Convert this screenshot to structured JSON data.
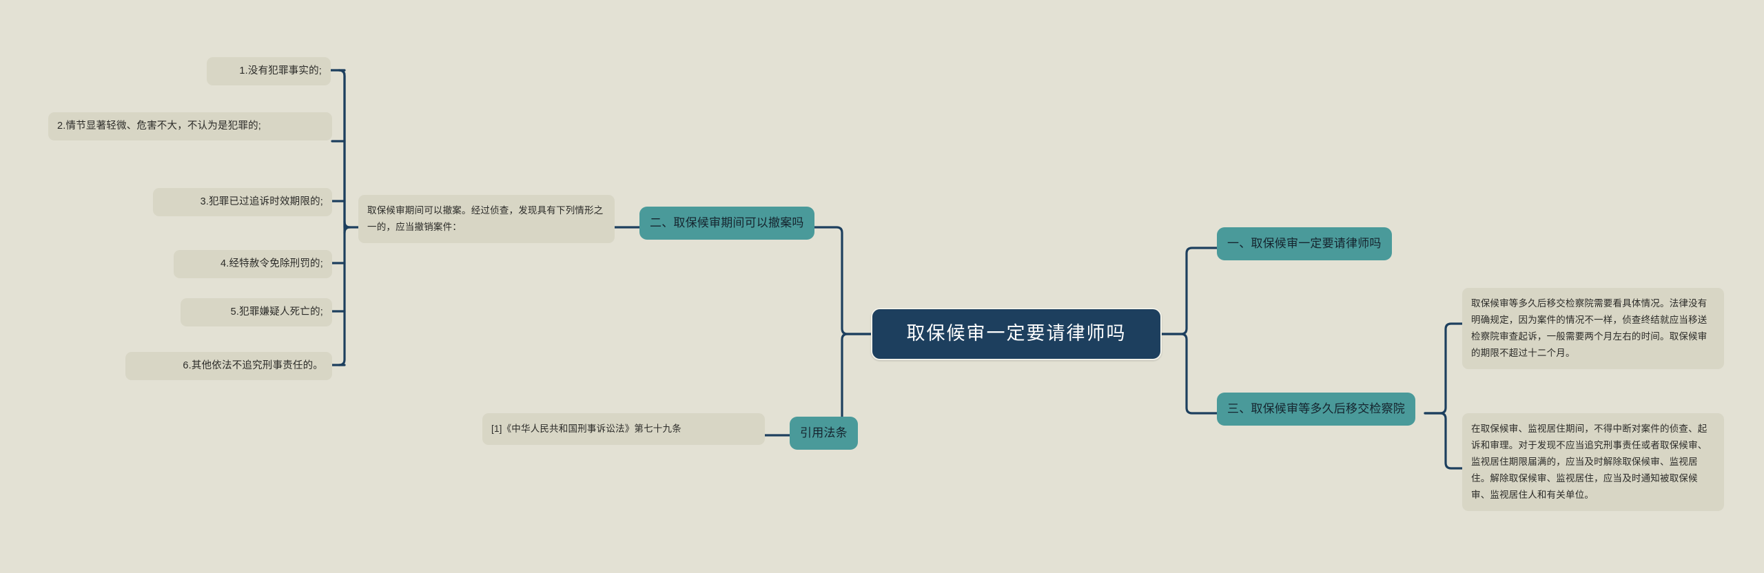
{
  "theme": {
    "background": "#e3e1d4",
    "leaf_fill": "#d8d6c5",
    "topic_fill": "#4a9a9a",
    "center_fill": "#1d3f5e",
    "center_text": "#ffffff",
    "connector": "#1d3f5e"
  },
  "center": {
    "label": "取保候审一定要请律师吗"
  },
  "branches": {
    "branch_one": {
      "label": "一、取保候审一定要请律师吗"
    },
    "branch_two": {
      "label": "二、取保候审期间可以撤案吗",
      "summary": "取保候审期间可以撤案。经过侦查，发现具有下列情形之一的，应当撤销案件：",
      "items": [
        "1.没有犯罪事实的;",
        "2.情节显著轻微、危害不大，不认为是犯罪的;",
        "3.犯罪已过追诉时效期限的;",
        "4.经特赦令免除刑罚的;",
        "5.犯罪嫌疑人死亡的;",
        "6.其他依法不追究刑事责任的。"
      ]
    },
    "branch_three": {
      "label": "三、取保候审等多久后移交检察院",
      "detail_one": "取保候审等多久后移交检察院需要看具体情况。法律没有明确规定，因为案件的情况不一样，侦查终结就应当移送检察院审查起诉，一般需要两个月左右的时间。取保候审的期限不超过十二个月。",
      "detail_two": "在取保候审、监视居住期间，不得中断对案件的侦查、起诉和审理。对于发现不应当追究刑事责任或者取保候审、监视居住期限届满的，应当及时解除取保候审、监视居住。解除取保候审、监视居住，应当及时通知被取保候审、监视居住人和有关单位。"
    },
    "branch_law": {
      "label": "引用法条",
      "citation": "[1]《中华人民共和国刑事诉讼法》第七十九条"
    }
  }
}
